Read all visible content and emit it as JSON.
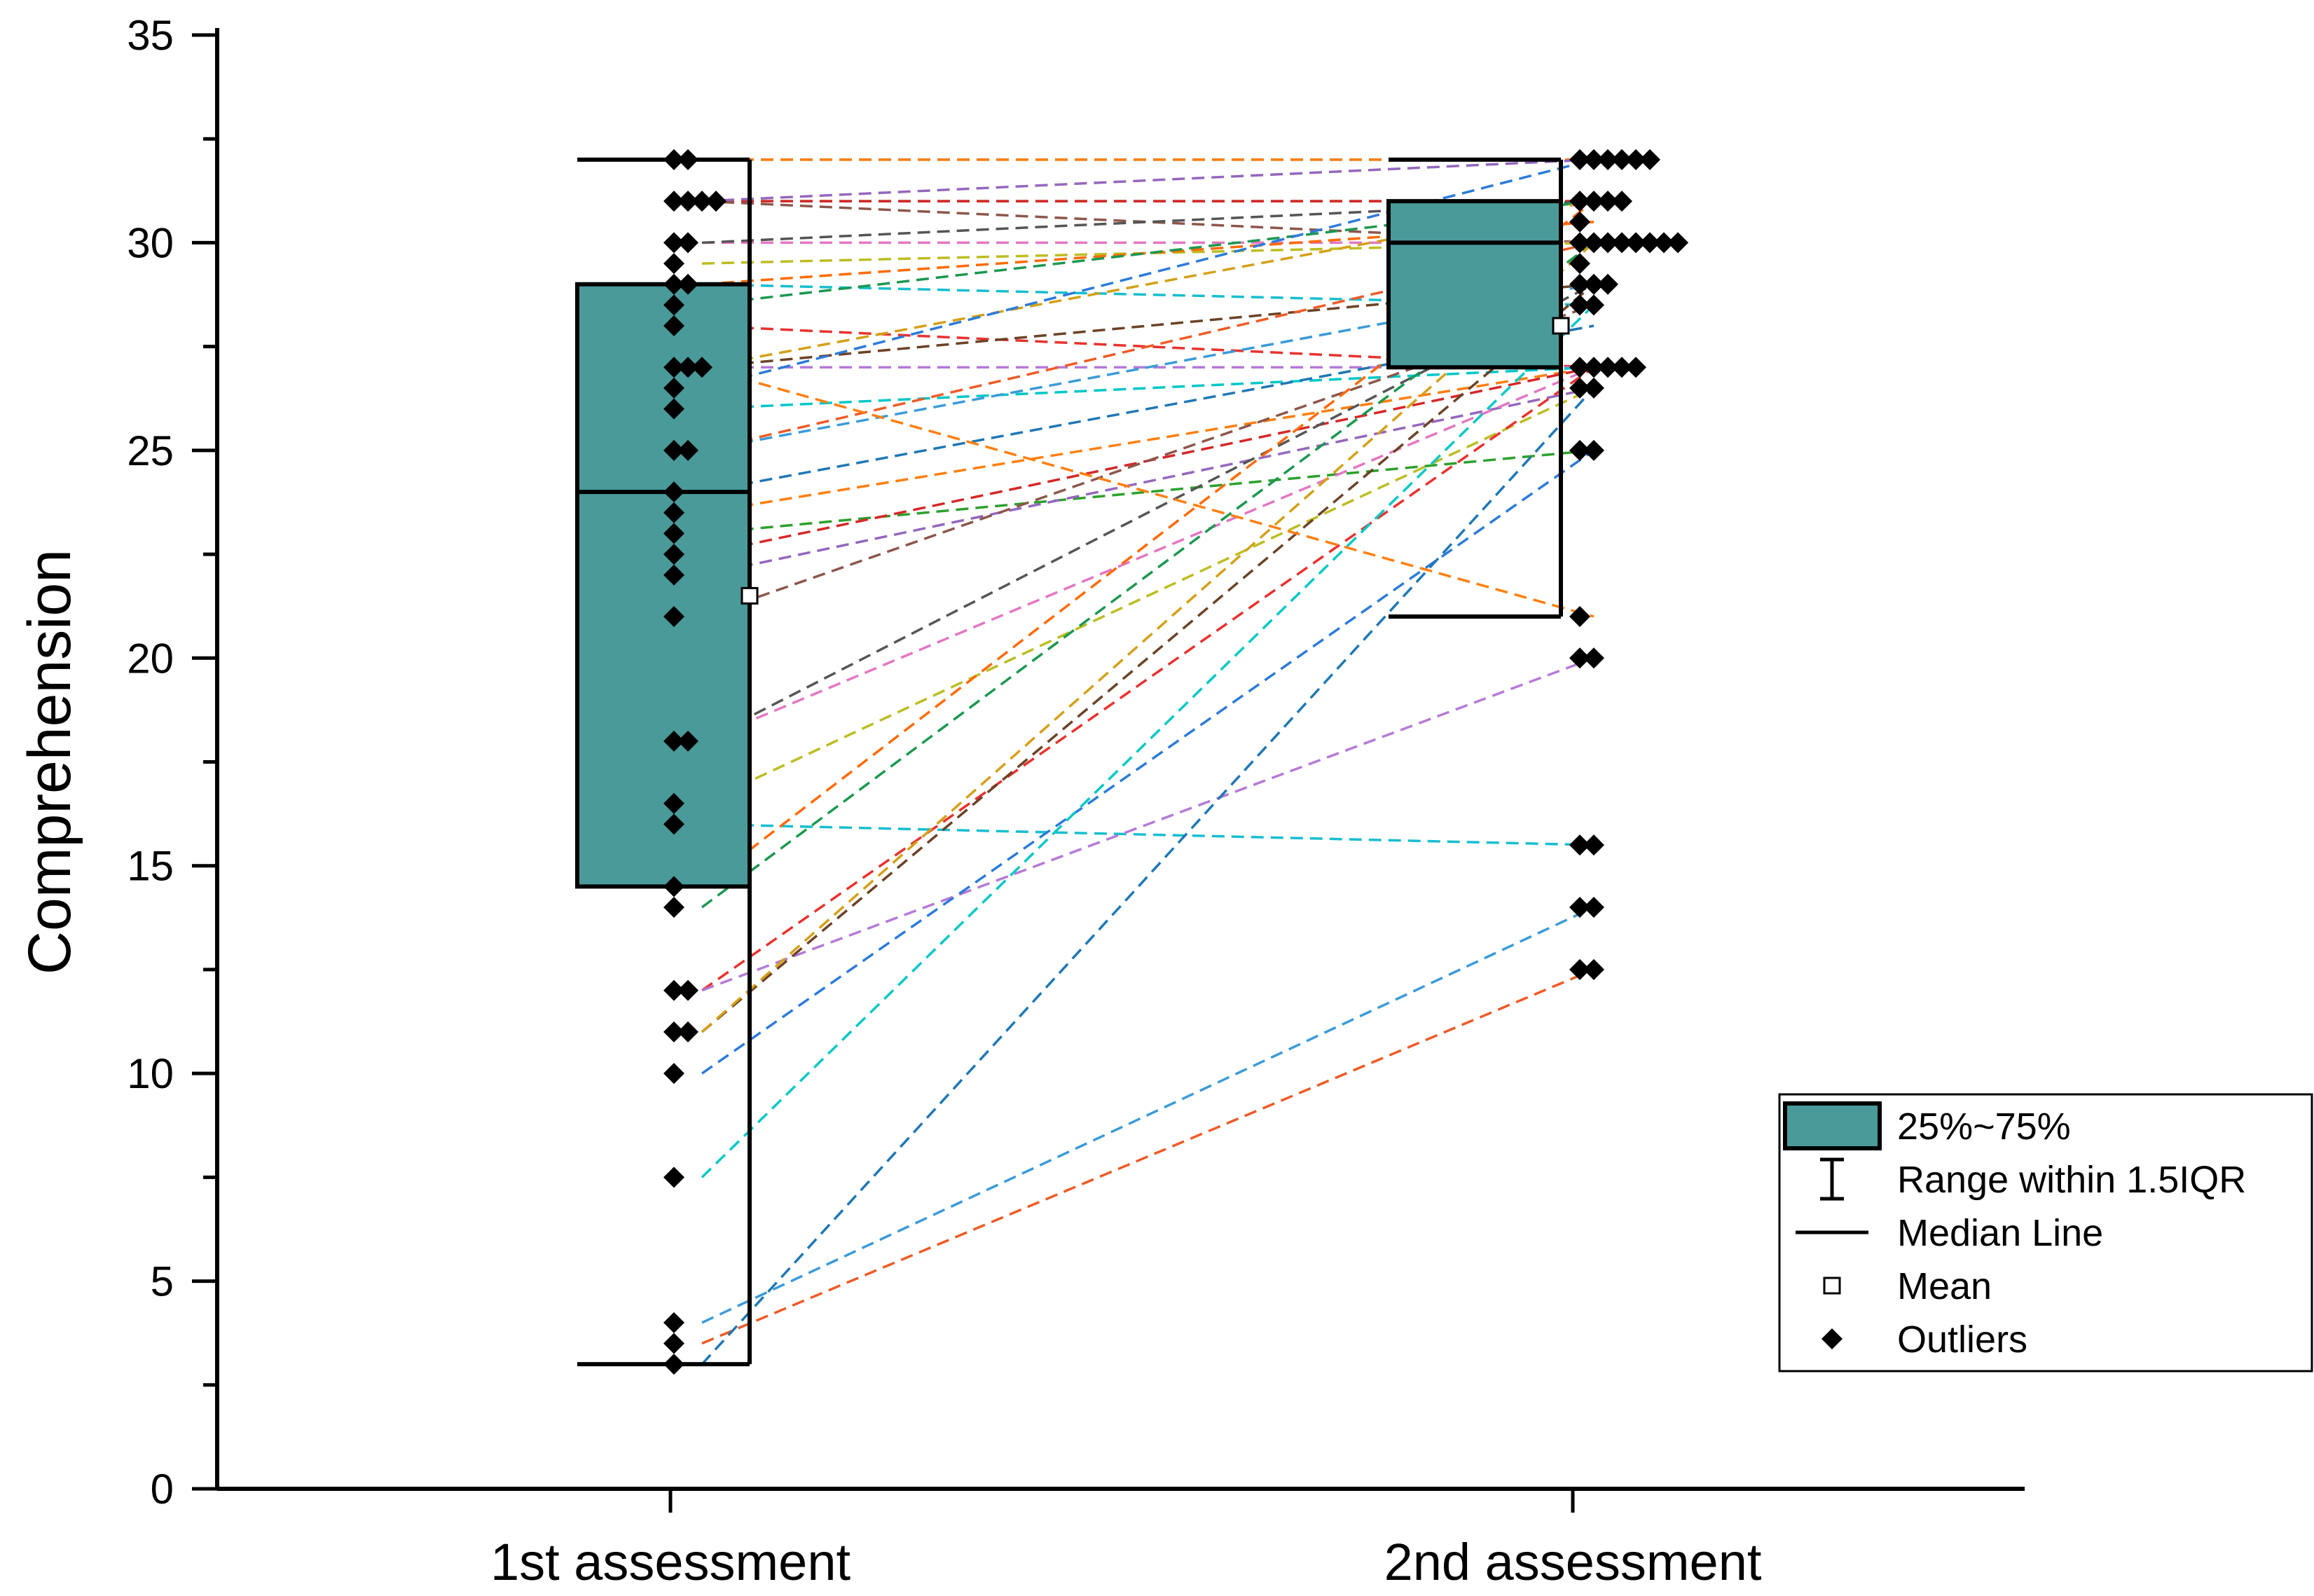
{
  "chart_data": {
    "type": "box",
    "title": "",
    "xlabel": "",
    "ylabel": "Comprehension",
    "ylim": [
      0,
      35
    ],
    "yticks": [
      "0",
      "5",
      "10",
      "15",
      "20",
      "25",
      "30",
      "35"
    ],
    "categories": [
      "1st assessment",
      "2nd assessment"
    ],
    "box_color": "#4a9a9a",
    "boxes": [
      {
        "category": "1st assessment",
        "q1": 14.5,
        "median": 24,
        "q3": 29,
        "whisker_low": 3,
        "whisker_high": 32,
        "mean": 21.5
      },
      {
        "category": "2nd assessment",
        "q1": 27,
        "median": 30,
        "q3": 31,
        "whisker_low": 21,
        "whisker_high": 32,
        "mean": 28
      }
    ],
    "points_first": [
      32,
      32,
      31,
      31,
      31,
      31,
      30,
      30,
      29.5,
      29,
      29,
      28.5,
      28,
      27,
      27,
      27,
      26.5,
      26,
      25,
      25,
      24,
      23.5,
      23,
      22.5,
      22,
      21,
      18,
      18,
      16.5,
      16,
      14.5,
      14,
      12,
      12,
      11,
      11,
      10,
      7.5,
      4,
      3.5,
      3
    ],
    "points_second": [
      32,
      32,
      32,
      32,
      32,
      32,
      31,
      31,
      31,
      31,
      30.5,
      30,
      30,
      30,
      30,
      30,
      30,
      30,
      30,
      29.5,
      29,
      29,
      29,
      28.5,
      28.5,
      27,
      27,
      27,
      27,
      27,
      26.5,
      26.5,
      25,
      25,
      21,
      20,
      20,
      15.5,
      15.5,
      14,
      14,
      12.5,
      12.5
    ],
    "pairs": [
      [
        32,
        32
      ],
      [
        32,
        32
      ],
      [
        31,
        31
      ],
      [
        31,
        31
      ],
      [
        31,
        32
      ],
      [
        31,
        30
      ],
      [
        30,
        30
      ],
      [
        30,
        31
      ],
      [
        29.5,
        30
      ],
      [
        29,
        28.5
      ],
      [
        29,
        30.5
      ],
      [
        28.5,
        31
      ],
      [
        28,
        27
      ],
      [
        27,
        27
      ],
      [
        27,
        29
      ],
      [
        27,
        31
      ],
      [
        26.5,
        32
      ],
      [
        26,
        27
      ],
      [
        25,
        29
      ],
      [
        25,
        30
      ],
      [
        24,
        28
      ],
      [
        23.5,
        27
      ],
      [
        23,
        25
      ],
      [
        22.5,
        27
      ],
      [
        22,
        26.5
      ],
      [
        21,
        28.5
      ],
      [
        18,
        27
      ],
      [
        18,
        29
      ],
      [
        16.5,
        26.5
      ],
      [
        16,
        15.5
      ],
      [
        14.5,
        31
      ],
      [
        14,
        30
      ],
      [
        12,
        27
      ],
      [
        12,
        20
      ],
      [
        11,
        29
      ],
      [
        11,
        30
      ],
      [
        10,
        25
      ],
      [
        7.5,
        28.5
      ],
      [
        4,
        14
      ],
      [
        3.5,
        12.5
      ],
      [
        3,
        26.5
      ],
      [
        27,
        21
      ]
    ],
    "pair_colors": [
      "#1f77b4",
      "#ff7f0e",
      "#2ca02c",
      "#d62728",
      "#9467bd",
      "#8c564b",
      "#e377c2",
      "#555555",
      "#bcbd22",
      "#17becf",
      "#ff6a00",
      "#1a9850",
      "#e8322e",
      "#b57ad8",
      "#6b4226",
      "#d4a017",
      "#2c7bd9",
      "#00c7c7",
      "#3b9bd8",
      "#ef5a26"
    ],
    "legend": [
      {
        "label": "25%~75%",
        "symbol": "box"
      },
      {
        "label": "Range within 1.5IQR",
        "symbol": "whisker"
      },
      {
        "label": "Median Line",
        "symbol": "line"
      },
      {
        "label": "Mean",
        "symbol": "open-square"
      },
      {
        "label": "Outliers",
        "symbol": "diamond"
      }
    ],
    "legend_position": "bottom-right",
    "grid": false
  }
}
